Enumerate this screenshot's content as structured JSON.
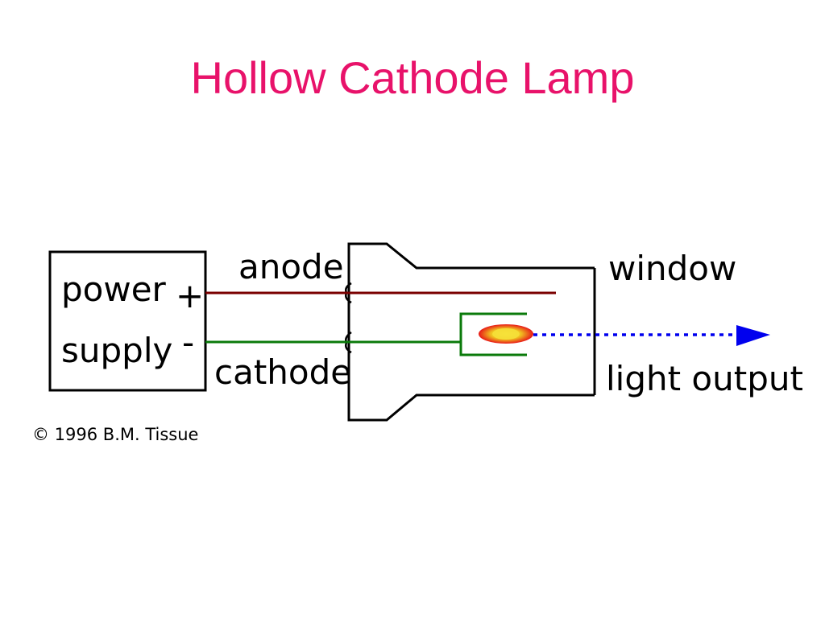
{
  "slide": {
    "title": "Hollow Cathode Lamp"
  },
  "diagram": {
    "power_supply": {
      "line1": "power",
      "line2": "supply",
      "plus": "+",
      "minus": "-"
    },
    "labels": {
      "anode": "anode",
      "cathode": "cathode",
      "window": "window",
      "light_output": "light output"
    },
    "copyright": "© 1996 B.M. Tissue",
    "colors": {
      "title": "#e8126a",
      "anode_wire": "#7a0000",
      "cathode_wire": "#0a7a0a",
      "light_beam": "#0000ee",
      "glow_outer": "#e81818",
      "glow_inner": "#f0d020"
    }
  }
}
